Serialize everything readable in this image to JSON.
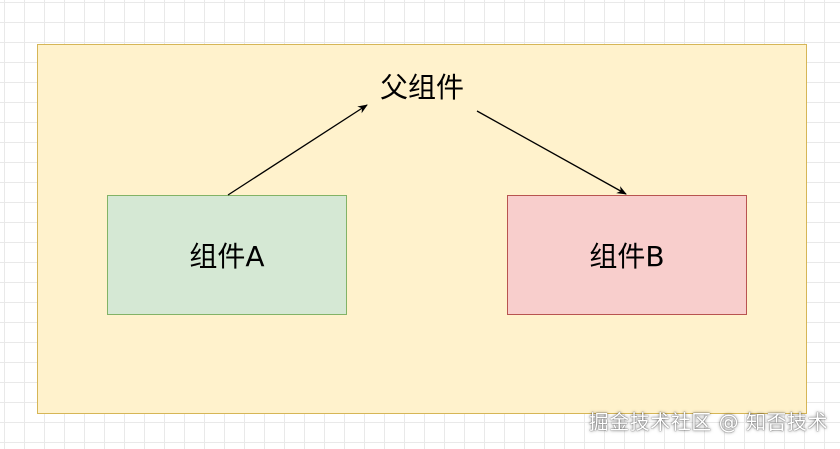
{
  "diagram": {
    "parent_label": "父组件",
    "child_a_label": "组件A",
    "child_b_label": "组件B"
  },
  "colors": {
    "parent_fill": "#fff2cc",
    "parent_stroke": "#d6b656",
    "child_a_fill": "#d5e8d4",
    "child_a_stroke": "#82b366",
    "child_b_fill": "#f8cecc",
    "child_b_stroke": "#b85450",
    "arrow": "#000000"
  },
  "watermark": {
    "text": "掘金技术社区 @ 知否技术"
  }
}
